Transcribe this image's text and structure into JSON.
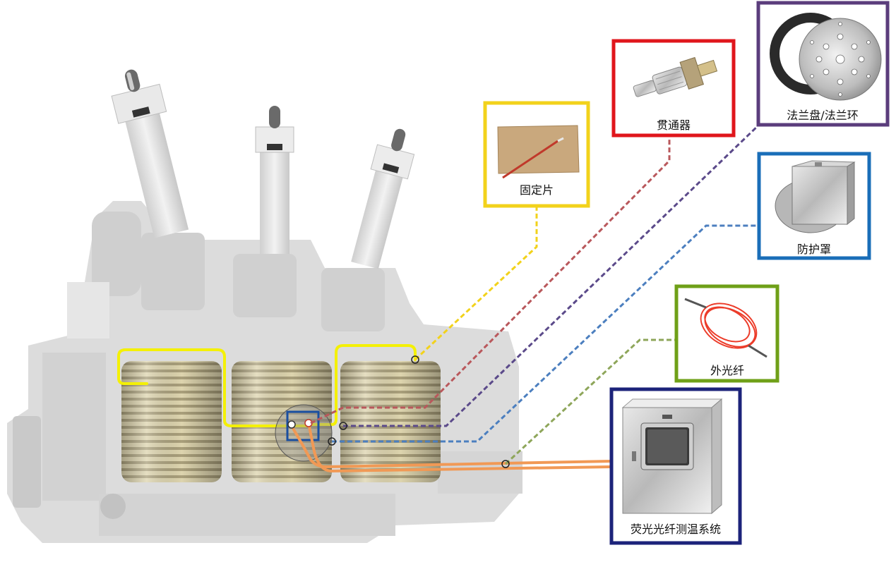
{
  "components": {
    "fixing_sheet": {
      "label": "固定片",
      "color": "#f2d21b"
    },
    "feedthrough": {
      "label": "贯通器",
      "color": "#e0161c"
    },
    "flange": {
      "label": "法兰盘/法兰环",
      "color": "#5b3d7c"
    },
    "shield": {
      "label": "防护罩",
      "color": "#1a6eb8"
    },
    "outer_fiber": {
      "label": "外光纤",
      "color": "#6fa018"
    },
    "system": {
      "label": "荧光光纤测温系统",
      "color": "#1c237a"
    }
  },
  "colors": {
    "inner_fiber": "#f4f006",
    "output_fiber": "#f19955",
    "coil_gold": "#d8cfa7",
    "coil_stripe": "#a89e78",
    "transformer_body": "#d9d9d9"
  },
  "icons": [
    "fixing-sheet-icon",
    "feedthrough-icon",
    "flange-icon",
    "shield-icon",
    "fiber-coil-icon",
    "cabinet-icon"
  ]
}
